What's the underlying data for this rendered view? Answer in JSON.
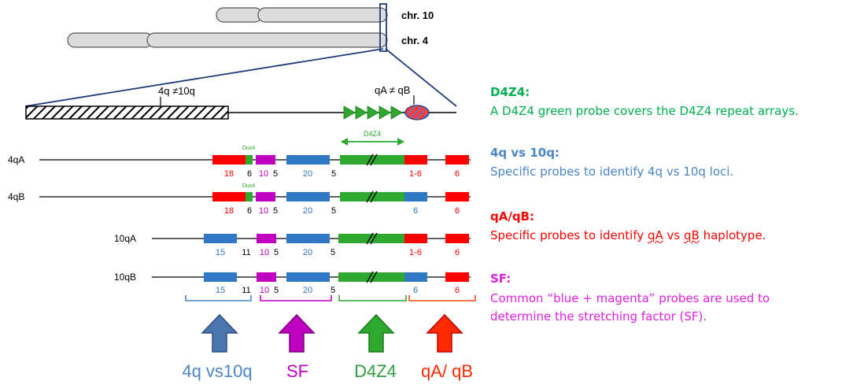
{
  "chromosomes": {
    "chr10_label": "chr. 10",
    "chr4_label": "chr. 4"
  },
  "zoom": {
    "label_4q_10q": "4q ≠10q",
    "label_qA_qB": "qA ≠ qB"
  },
  "alleles": [
    {
      "name": "4qA",
      "dux4_label": "Dux4",
      "segments": [
        "18",
        "6",
        "10",
        "5",
        "20",
        "5",
        "1-6",
        "6"
      ]
    },
    {
      "name": "4qB",
      "dux4_label": "Dux4",
      "segments": [
        "18",
        "6",
        "10",
        "5",
        "20",
        "5",
        "6",
        "6"
      ]
    },
    {
      "name": "10qA",
      "segments": [
        "15",
        "11",
        "10",
        "5",
        "20",
        "5",
        "1-6",
        "6"
      ]
    },
    {
      "name": "10qB",
      "segments": [
        "15",
        "11",
        "10",
        "5",
        "20",
        "5",
        "6",
        "6"
      ]
    }
  ],
  "d4z4_span_label": "D4Z4",
  "bottom_arrows": [
    {
      "label": "4q vs10q",
      "color": "#4a86c8"
    },
    {
      "label": "SF",
      "color": "#c000c0"
    },
    {
      "label": "D4Z4",
      "color": "#2e9e3e"
    },
    {
      "label": "qA/ qB",
      "color": "#ff2a00"
    }
  ],
  "legend": {
    "d4z4": {
      "title": "D4Z4:",
      "text": "A D4Z4 green probe covers the D4Z4 repeat arrays."
    },
    "q4_vs_q10": {
      "title": "4q vs 10q:",
      "text": "Specific probes to identify 4q vs 10q loci."
    },
    "qa_qb": {
      "title": "qA/qB:",
      "text_before": "Specific probes to identify ",
      "text_qA": "qA",
      "text_mid": " vs ",
      "text_qB": "qB",
      "text_after": " haplotype."
    },
    "sf": {
      "title": "SF:",
      "line1": "Common “blue + magenta” probes are used to",
      "line2": "determine the stretching factor (SF)."
    }
  },
  "colors": {
    "red": "#ff0000",
    "green": "#2ea82e",
    "blue": "#2f78c4",
    "magenta": "#c000c0",
    "navy": "#1f3a7a"
  }
}
